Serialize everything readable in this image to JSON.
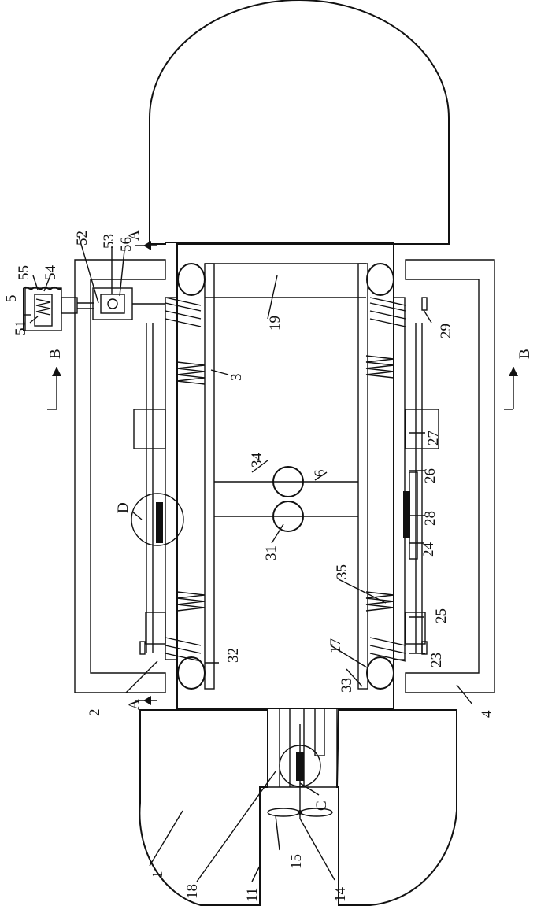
{
  "labels": {
    "n1": "1",
    "n2": "2",
    "n3": "3",
    "n4": "4",
    "n5": "5",
    "n6": "6",
    "n11": "11",
    "n14": "14",
    "n15": "15",
    "n17": "17",
    "n18": "18",
    "n19": "19",
    "n23": "23",
    "n24": "24",
    "n25": "25",
    "n26": "26",
    "n27": "27",
    "n28": "28",
    "n29": "29",
    "n31": "31",
    "n32": "32",
    "n33": "33",
    "n34": "34",
    "n35": "35",
    "n51": "51",
    "n52": "52",
    "n53": "53",
    "n54": "54",
    "n55": "55",
    "n56": "56",
    "detailC": "C",
    "detailD": "D",
    "sectionA_top": "A",
    "sectionA_bottom": "A",
    "sectionB_left": "B",
    "sectionB_right": "B"
  }
}
